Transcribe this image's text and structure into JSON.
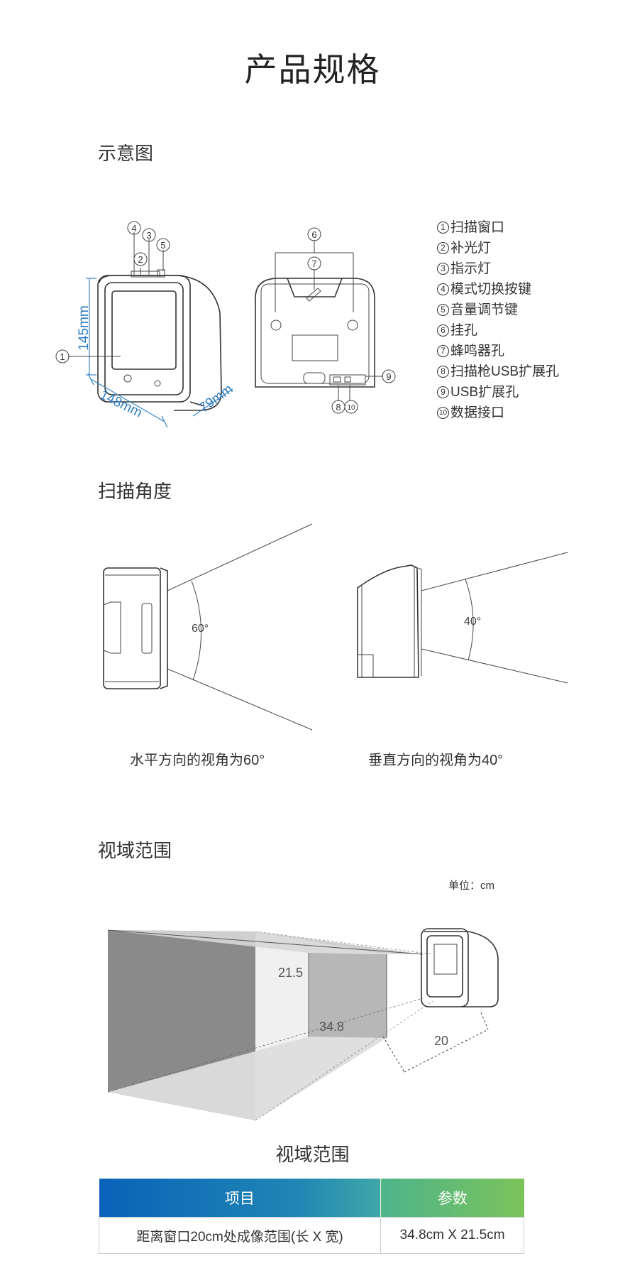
{
  "page_title": "产品规格",
  "sections": {
    "diagram": "示意图",
    "scan_angle": "扫描角度",
    "field_of_view": "视域范围"
  },
  "diagram": {
    "dims": {
      "height": "145mm",
      "width": "148mm",
      "depth": "79mm"
    },
    "callouts": [
      "1",
      "2",
      "3",
      "4",
      "5",
      "6",
      "7",
      "8",
      "9",
      "10"
    ],
    "legend": [
      {
        "num": "1",
        "label": "扫描窗口"
      },
      {
        "num": "2",
        "label": "补光灯"
      },
      {
        "num": "3",
        "label": "指示灯"
      },
      {
        "num": "4",
        "label": "模式切换按键"
      },
      {
        "num": "5",
        "label": "音量调节键"
      },
      {
        "num": "6",
        "label": "挂孔"
      },
      {
        "num": "7",
        "label": "蜂鸣器孔"
      },
      {
        "num": "8",
        "label": "扫描枪USB扩展孔"
      },
      {
        "num": "9",
        "label": "USB扩展孔"
      },
      {
        "num": "10",
        "label": "数据接口"
      }
    ]
  },
  "scan_angle": {
    "horizontal": {
      "angle_label": "60°",
      "caption": "水平方向的视角为60°"
    },
    "vertical": {
      "angle_label": "40°",
      "caption": "垂直方向的视角为40°"
    }
  },
  "field_of_view": {
    "unit": "单位：cm",
    "height_label": "21.5",
    "width_label": "34.8",
    "distance_label": "20"
  },
  "spec_table": {
    "title": "视域范围",
    "headers": [
      "项目",
      "参数"
    ],
    "rows": [
      [
        "距离窗口20cm处成像范围(长 X 宽)",
        "34.8cm X 21.5cm"
      ]
    ]
  }
}
